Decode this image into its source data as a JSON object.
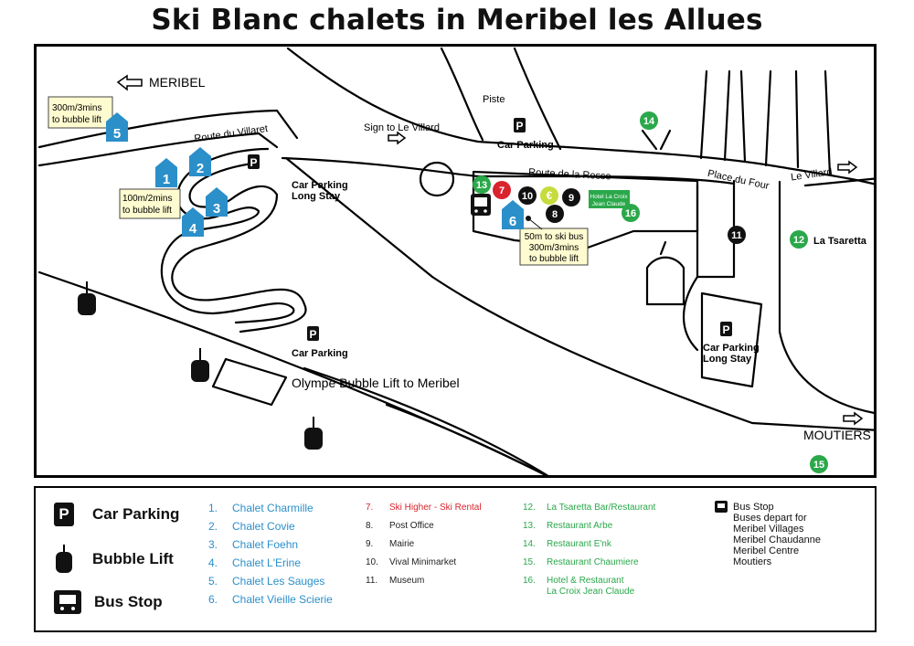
{
  "title": "Ski Blanc chalets in Meribel les Allues",
  "colors": {
    "chalet": "#2b8fc9",
    "rental": "#d9232d",
    "restaurant": "#2aa84a",
    "service": "#111111",
    "note": "#fffbd0"
  },
  "map": {
    "roads": {
      "meribel": "MERIBEL",
      "route_villaret": "Route du Villaret",
      "route_resse": "Route de la Resse",
      "place_four": "Place du Four",
      "le_villard": "Le Villard",
      "moutiers": "MOUTIERS",
      "sign_villard": "Sign to Le Villard",
      "piste": "Piste"
    },
    "parking": {
      "top": "Car Parking",
      "long_stay_1": "Car Parking\nLong Stay",
      "middle": "Car Parking",
      "long_stay_2": "Car Parking\nLong Stay",
      "p": "P"
    },
    "bubble_lift": "Olympe Bubble Lift to Meribel",
    "tsaretta": "La Tsaretta",
    "notes": {
      "n5": [
        "300m/3mins",
        "to bubble  lift"
      ],
      "n12": [
        "100m/2mins",
        "to bubble lift"
      ],
      "n6": [
        "50m to ski bus",
        "300m/3mins",
        "to bubble lift"
      ]
    },
    "hotel_tag": [
      "Hotel La Croix",
      "Jean Claude"
    ],
    "markers": {
      "c1": "1",
      "c2": "2",
      "c3": "3",
      "c4": "4",
      "c5": "5",
      "c6": "6",
      "m7": "7",
      "m8": "8",
      "m9": "9",
      "m10": "10",
      "m11": "11",
      "m12": "12",
      "m13": "13",
      "m14": "14",
      "m15": "15",
      "m16": "16",
      "euro": "€"
    }
  },
  "legend": {
    "symbols": [
      {
        "icon": "parking-icon",
        "label": "Car Parking"
      },
      {
        "icon": "bubble-lift-icon",
        "label": "Bubble Lift"
      },
      {
        "icon": "bus-stop-icon",
        "label": "Bus Stop"
      }
    ],
    "chalets": [
      {
        "n": "1.",
        "t": "Chalet Charmille"
      },
      {
        "n": "2.",
        "t": "Chalet Covie"
      },
      {
        "n": "3.",
        "t": "Chalet Foehn"
      },
      {
        "n": "4.",
        "t": "Chalet L'Erine"
      },
      {
        "n": "5.",
        "t": "Chalet Les Sauges"
      },
      {
        "n": "6.",
        "t": "Chalet Vieille Scierie"
      }
    ],
    "services": [
      {
        "n": "7.",
        "t": "Ski Higher - Ski Rental"
      },
      {
        "n": "8.",
        "t": "Post Office"
      },
      {
        "n": "9.",
        "t": "Mairie"
      },
      {
        "n": "10.",
        "t": "Vival Minimarket"
      },
      {
        "n": "11.",
        "t": "Museum"
      }
    ],
    "restaurants": [
      {
        "n": "12.",
        "t": "La Tsaretta Bar/Restaurant"
      },
      {
        "n": "13.",
        "t": "Restaurant Arbe"
      },
      {
        "n": "14.",
        "t": "Restaurant E'nk"
      },
      {
        "n": "15.",
        "t": "Restaurant Chaumiere"
      },
      {
        "n": "16.",
        "t": "Hotel & Restaurant",
        "t2": "La Croix Jean Claude"
      }
    ],
    "bus_stop": {
      "label": "Bus Stop",
      "lines": [
        "Buses depart for",
        "Meribel Villages",
        "Meribel Chaudanne",
        "Meribel Centre",
        "Moutiers"
      ]
    }
  }
}
